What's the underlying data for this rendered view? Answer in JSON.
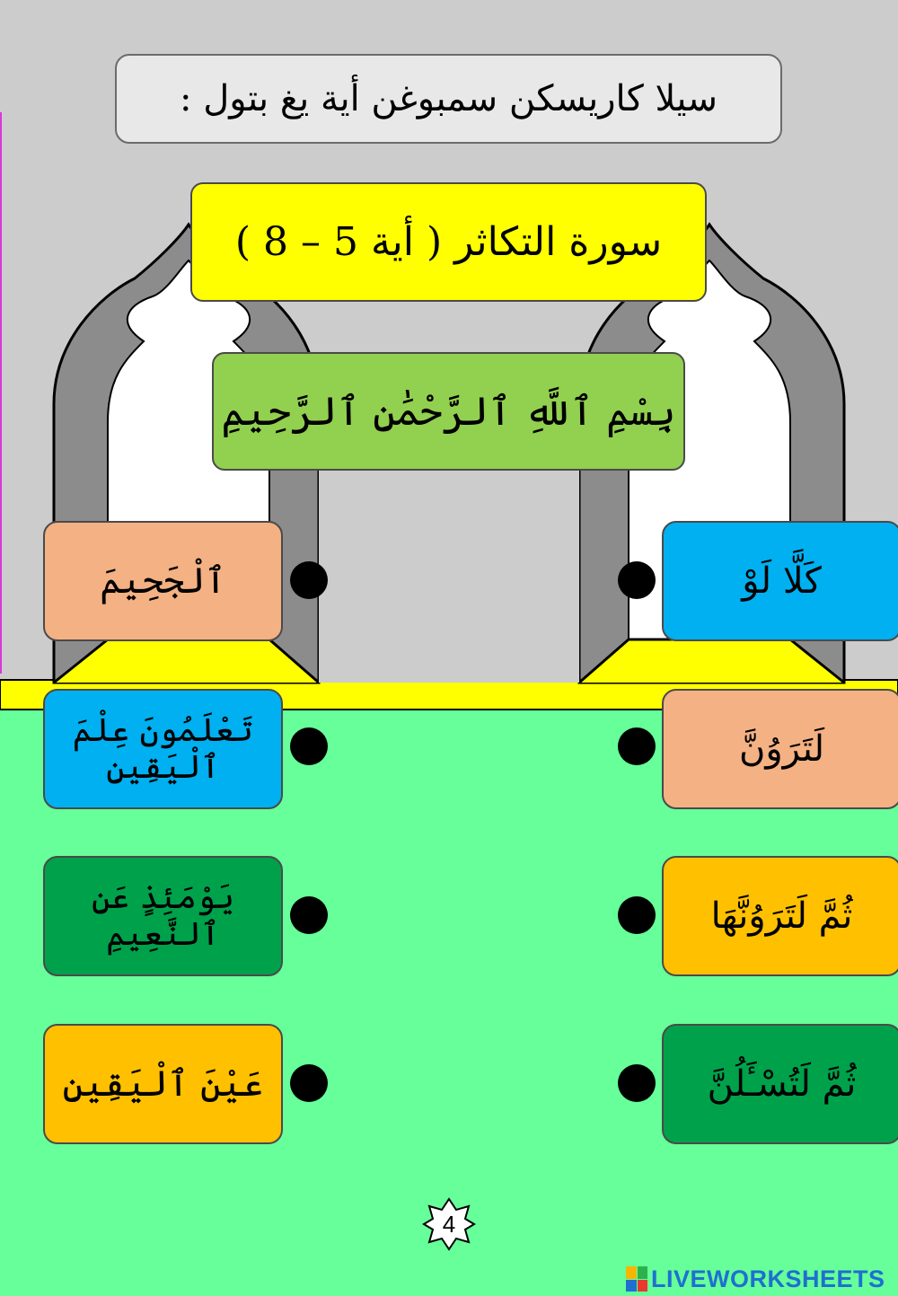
{
  "instruction": "سيلا كاريسكن سمبوغن أية يغ بتول :",
  "surah_title": "سورة التكاثر ( أية 5 – 8 )",
  "basmala": "بِسْمِ ٱللَّهِ ٱلرَّحْمَٰنِ ٱلرَّحِيمِ",
  "right_cards": [
    {
      "text": "كَلَّا لَوْ",
      "color": "#00b0f0"
    },
    {
      "text": "لَتَرَوُنَّ",
      "color": "#f4b183"
    },
    {
      "text": "ثُمَّ لَتَرَوُنَّهَا",
      "color": "#ffc000"
    },
    {
      "text": "ثُمَّ لَتُسْـَٔلُنَّ",
      "color": "#00a14b"
    }
  ],
  "left_cards": [
    {
      "text": "ٱلْجَحِيمَ",
      "color": "#f4b183"
    },
    {
      "text": "تَعْلَمُونَ عِلْمَ ٱلْيَقِينِ",
      "color": "#00b0f0"
    },
    {
      "text": "يَوْمَئِذٍ عَنِ ٱلنَّعِيمِ",
      "color": "#00a14b"
    },
    {
      "text": "عَيْنَ ٱلْيَقِينِ",
      "color": "#ffc000"
    }
  ],
  "page_number": "4",
  "logo_text": "LIVEWORKSHEETS",
  "colors": {
    "background_wall": "#cccccc",
    "floor": "#66ff99",
    "stripe": "#ffff00",
    "arch_frame": "#8c8c8c",
    "arch_opening": "#ffffff"
  }
}
